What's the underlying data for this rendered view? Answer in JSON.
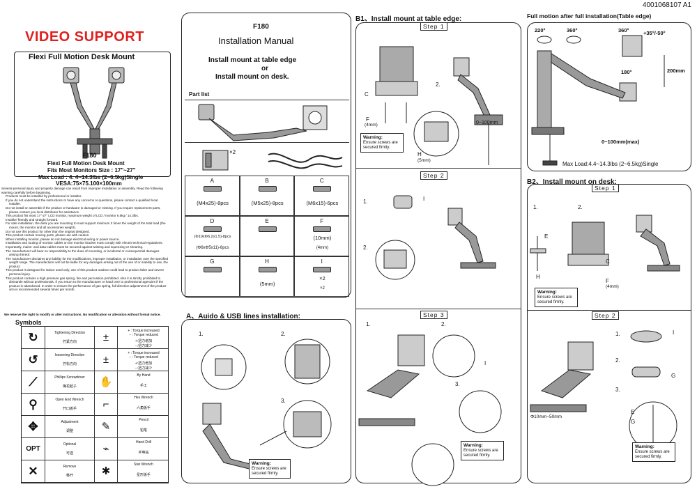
{
  "header": {
    "code": "4001068107 A1"
  },
  "left": {
    "brand": "VIDEO SUPPORT",
    "product_box_title": "Flexi Full Motion Desk Mount",
    "model": "F180",
    "spec_name": "Flexi Full Motion Desk Mount",
    "spec_fits": "Fits Most Monitors Size : 17\"~27\"",
    "spec_load": "Max Load : 4. 4~14.3lbs (2~6.5kg)Single",
    "spec_vesa": "VESA:75×75.100×100mm",
    "warnings": [
      "Several personal injury and property damage can result from improper installation or assembly. Read the following warning carefully before beginning.",
      "Products must be installed by professional or installer.",
      "If you do not understand the instructions or have any concerns or questions, please contact a qualified local installer.",
      "Do not install or assemble if the product or hardware is damaged or missing. If you require replacement parts, please contact you local distributor for assistance.",
      "This product fits most 17\"-27\" LCD monitor, maximum weight of LCD / monitor 6.5kg / 14.3lbs.",
      "Installer-friendly and straight forward.",
      "For safe installation, the desk you are mounting to must support minimum 3 times the weight of the total load (the mount, the monitor and all accessories weight).",
      "Do not use this product for other than the original designed.",
      "This product contain moving parts, please use with caution.",
      "When installing monitor, please do not damage electrical wiring or power source.",
      "Installation and routing of monitor cables on the monitor bracket must comply with electro-technical regulations.",
      "Importantly, mains- and data-cables must be secured against twisting and squeezing or shearing.",
      "The manufacturer will bear no responsibility to the dues of mounting, or incidental or consequential damages arising thereof.",
      "The manufacturer disclaims any liability for the modifications, improper installation, or installation over the specified weight range. The manufacturer will not be liable for any damages arising out of the use of or inability to use, the product.",
      "This product is designed for indoor used only, use of this product outdoor could lead to product failer and severe personal injury.",
      "This product contains a high pressure gas spring, fire and percussion prohibited. Also it is strictly prohibited to dismantle without professionals. If you return to the manufacturer or hand over to professional agencies if the product is abandoned. In order to ensure the performance of gas spring, full direction adjustment of the product arm is recommended several times per month."
    ],
    "warnings_footer": "We reserve the right to modify or alter instructions. No modification or alteration without formal notice.",
    "symbols_title": "Symbols",
    "symbols": [
      {
        "icon": "rotate-cw-icon",
        "label": "Tightening Direction",
        "cn": "拧紧方向",
        "icon2": "torque-adjust-icon",
        "label2": "+ : Torque increased\n− : Torque reduced",
        "cn2": "+:扭力增加\n−:扭力减少"
      },
      {
        "icon": "rotate-ccw-icon",
        "label": "loosening Direction",
        "cn": "拧松方向",
        "icon2": "torque-adjust-icon",
        "label2": "+ : Torque increased\n− : Torque reduced",
        "cn2": "+:扭力增加\n−:扭力减少"
      },
      {
        "icon": "screwdriver-icon",
        "label": "Phillips Screwdriver",
        "cn": "梅花起子",
        "icon2": "hand-icon",
        "label2": "By Hand",
        "cn2": "手工"
      },
      {
        "icon": "open-wrench-icon",
        "label": "Open End Wrench",
        "cn": "开口扳手",
        "icon2": "hex-wrench-icon",
        "label2": "Hex Wrench",
        "cn2": "六角扳手"
      },
      {
        "icon": "move-arrows-icon",
        "label": "Adjustment",
        "cn": "调整",
        "icon2": "pencil-icon",
        "label2": "Pencil",
        "cn2": "铅笔"
      },
      {
        "icon": "opt-icon",
        "label": "Optional",
        "cn": "可选",
        "icon2": "drill-icon",
        "label2": "Hand Drill",
        "cn2": "手电钻"
      },
      {
        "icon": "x-icon",
        "label": "Remove",
        "cn": "移开",
        "icon2": "star-wrench-icon",
        "label2": "Star Wrench",
        "cn2": "星形扳手"
      }
    ]
  },
  "manual": {
    "model": "F180",
    "title": "Installation Manual",
    "mount_line1": "Install mount at table edge",
    "mount_or": "or",
    "mount_line2": "Install mount on desk.",
    "part_list_title": "Part list",
    "qty_x2": "×2",
    "parts": [
      {
        "letter": "A",
        "desc": "(M4x25)-8pcs"
      },
      {
        "letter": "B",
        "desc": "(M5x25)-8pcs"
      },
      {
        "letter": "C",
        "desc": "(M6x15)-6pcs"
      },
      {
        "letter": "D",
        "desc": "(Φ10xΦ6.2x1.5)-8pcs",
        "desc2": "(Φ6xΦ5x11)-8pcs"
      },
      {
        "letter": "E",
        "desc": ""
      },
      {
        "letter": "F",
        "desc": "(10mm)",
        "desc2": "(4mm)"
      },
      {
        "letter": "G",
        "desc": ""
      },
      {
        "letter": "H",
        "desc": "(5mm)"
      },
      {
        "letter": "I",
        "desc": "×2",
        "desc2": "×2"
      }
    ],
    "audio_title": "A、Auido & USB lines installation:",
    "steps": [
      "1.",
      "2.",
      "3."
    ]
  },
  "b1": {
    "title": "B1、Install mount at table edge:",
    "step1": "Step 1",
    "step2": "Step 2",
    "step3": "Step 3",
    "labels": {
      "c": "C",
      "f": "F",
      "f_size": "(4mm)",
      "h": "H",
      "h_size": "(5mm)",
      "depth": "0~100mm",
      "i": "I",
      "one": "1.",
      "two": "2.",
      "three": "3."
    }
  },
  "warning": {
    "title": "Warning:",
    "line1": "Ensure screws are",
    "line2": "secured firmly."
  },
  "right": {
    "title": "Full motion after full installation(Table edge)",
    "rot220": "220°",
    "rot360a": "360°",
    "rot360b": "360°",
    "tilt": "+35°/-50°",
    "rot180": "180°",
    "height": "200mm",
    "depth": "0~100mm(max)",
    "maxload": "Max Load:4.4~14.3lbs (2~6.5kg)Single"
  },
  "b2": {
    "title": "B2、Install mount on desk:",
    "step1": "Step 1",
    "step2": "Step 2",
    "labels": {
      "one": "1.",
      "two": "2.",
      "three": "3.",
      "e": "E",
      "h": "H",
      "c": "C",
      "f": "F",
      "f_size": "(4mm)",
      "i": "I",
      "g": "G",
      "dia": "Φ10mm~50mm"
    }
  }
}
